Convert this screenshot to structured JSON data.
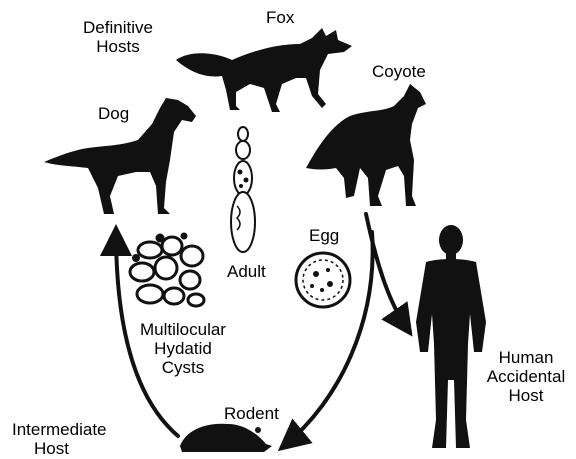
{
  "labels": {
    "definitive_hosts": [
      "Definitive",
      "Hosts"
    ],
    "fox": "Fox",
    "coyote": "Coyote",
    "dog": "Dog",
    "adult": "Adult",
    "egg": "Egg",
    "cysts": [
      "Multilocular",
      "Hydatid",
      "Cysts"
    ],
    "human": [
      "Human",
      "Accidental",
      "Host"
    ],
    "rodent": "Rodent",
    "intermediate": [
      "Intermediate",
      "Host"
    ]
  },
  "colors": {
    "silhouette": "#111111",
    "background": "#ffffff"
  }
}
